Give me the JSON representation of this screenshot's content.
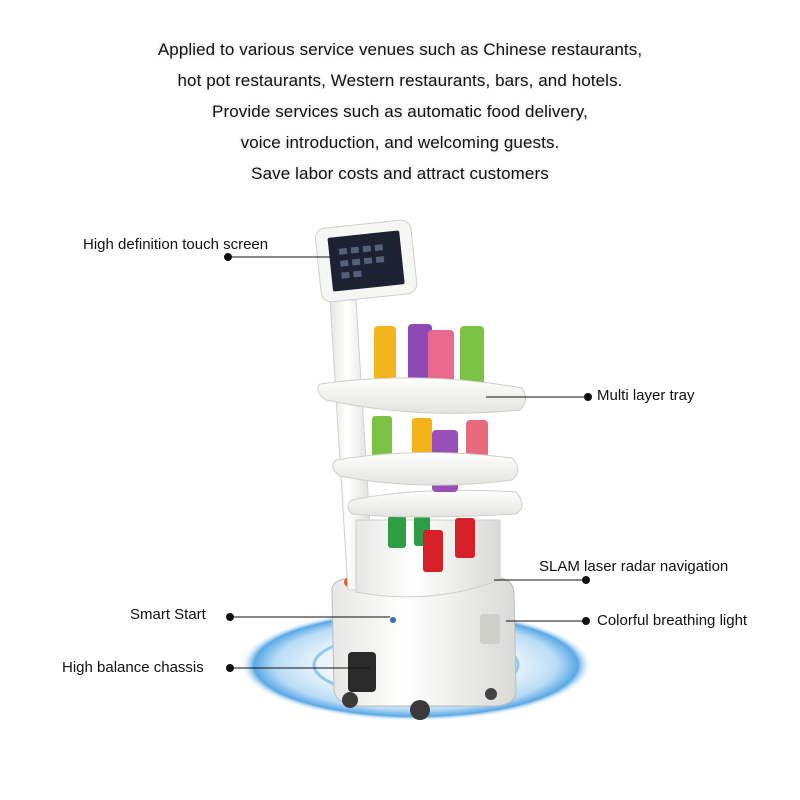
{
  "intro": {
    "lines": [
      "Applied to various service venues such as Chinese restaurants,",
      "hot pot restaurants, Western restaurants, bars, and hotels.",
      "Provide services such as automatic food delivery,",
      "voice introduction, and welcoming guests.",
      "Save labor costs and attract customers"
    ]
  },
  "callouts": {
    "touch_screen": "High definition touch screen",
    "multi_tray": "Multi layer tray",
    "slam_nav": "SLAM laser radar navigation",
    "smart_start": "Smart Start",
    "breathing_light": "Colorful breathing light",
    "chassis": "High balance chassis"
  },
  "colors": {
    "glow_ring": "#5aa8e6",
    "robot_body": "#f7f7f5",
    "leader_line": "#111111"
  }
}
